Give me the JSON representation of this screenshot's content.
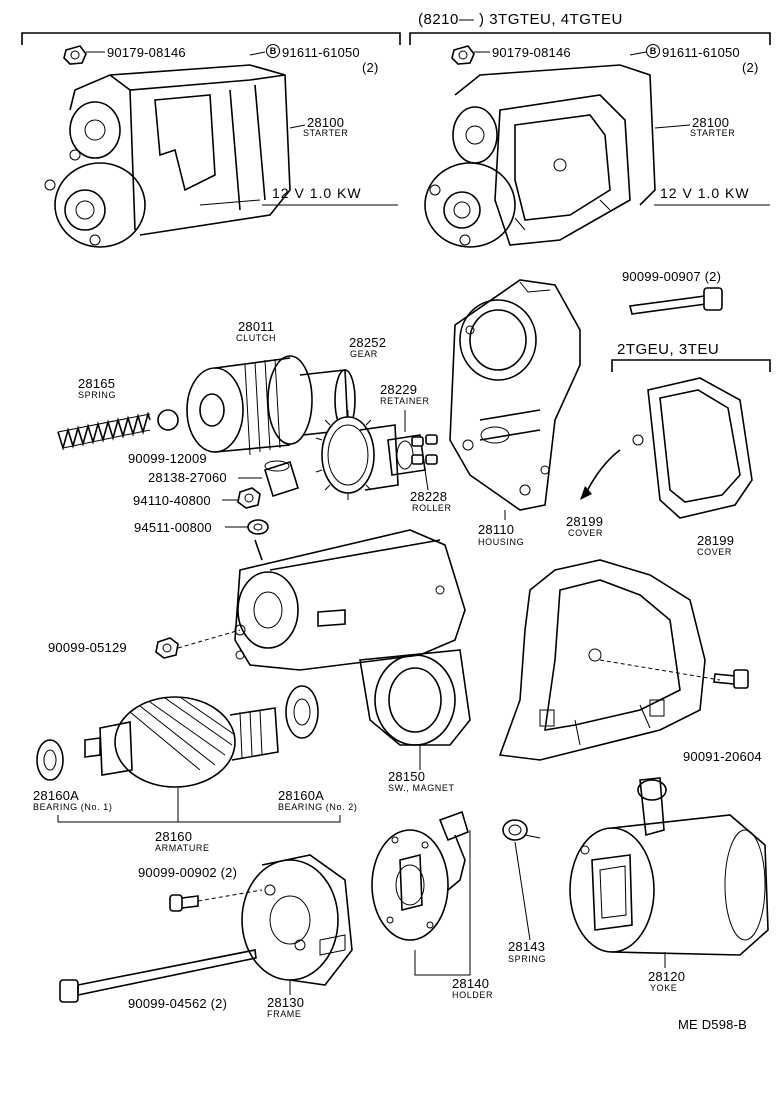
{
  "diagram": {
    "header_top": "(8210—        ) 3TGTEU, 4TGTEU",
    "header_right": "2TGEU, 3TEU",
    "footer_code": "ME  D598-B",
    "rating_left": "12  V   1.0  KW",
    "rating_right": "12  V   1.0  KW",
    "bolt_marker": "B",
    "parts": {
      "nut_left": {
        "number": "90179-08146"
      },
      "bolt_left": {
        "number": "91611-61050",
        "qty": "(2)"
      },
      "starter_left": {
        "number": "28100",
        "name": "STARTER"
      },
      "nut_right": {
        "number": "90179-08146"
      },
      "bolt_right": {
        "number": "91611-61050",
        "qty": "(2)"
      },
      "starter_right": {
        "number": "28100",
        "name": "STARTER"
      },
      "bolt_housing": {
        "number": "90099-00907 (2)"
      },
      "clutch": {
        "number": "28011",
        "name": "CLUTCH"
      },
      "gear": {
        "number": "28252",
        "name": "GEAR"
      },
      "spring": {
        "number": "28165",
        "name": "SPRING"
      },
      "retainer": {
        "number": "28229",
        "name": "RETAINER"
      },
      "ball": {
        "number": "90099-12009"
      },
      "collar": {
        "number": "28138-27060"
      },
      "nut_m8": {
        "number": "94110-40800"
      },
      "washer_m8": {
        "number": "94511-00800"
      },
      "roller": {
        "number": "28228",
        "name": "ROLLER"
      },
      "housing": {
        "number": "28110",
        "name": "HOUSING"
      },
      "cover_mid": {
        "number": "28199",
        "name": "COVER"
      },
      "cover_right": {
        "number": "28199",
        "name": "COVER"
      },
      "nut_magnet": {
        "number": "90099-05129"
      },
      "bolt_cover": {
        "number": "90091-20604"
      },
      "bearing_1": {
        "number": "28160A",
        "name": "BEARING (No. 1)"
      },
      "bearing_2": {
        "number": "28160A",
        "name": "BEARING (No. 2)"
      },
      "magnet_switch": {
        "number": "28150",
        "name": "SW., MAGNET"
      },
      "armature": {
        "number": "28160",
        "name": "ARMATURE"
      },
      "screw_frame": {
        "number": "90099-00902 (2)"
      },
      "through_bolt": {
        "number": "90099-04562 (2)"
      },
      "frame": {
        "number": "28130",
        "name": "FRAME"
      },
      "holder": {
        "number": "28140",
        "name": "HOLDER"
      },
      "brush_spring": {
        "number": "28143",
        "name": "SPRING"
      },
      "yoke": {
        "number": "28120",
        "name": "YOKE"
      }
    }
  }
}
